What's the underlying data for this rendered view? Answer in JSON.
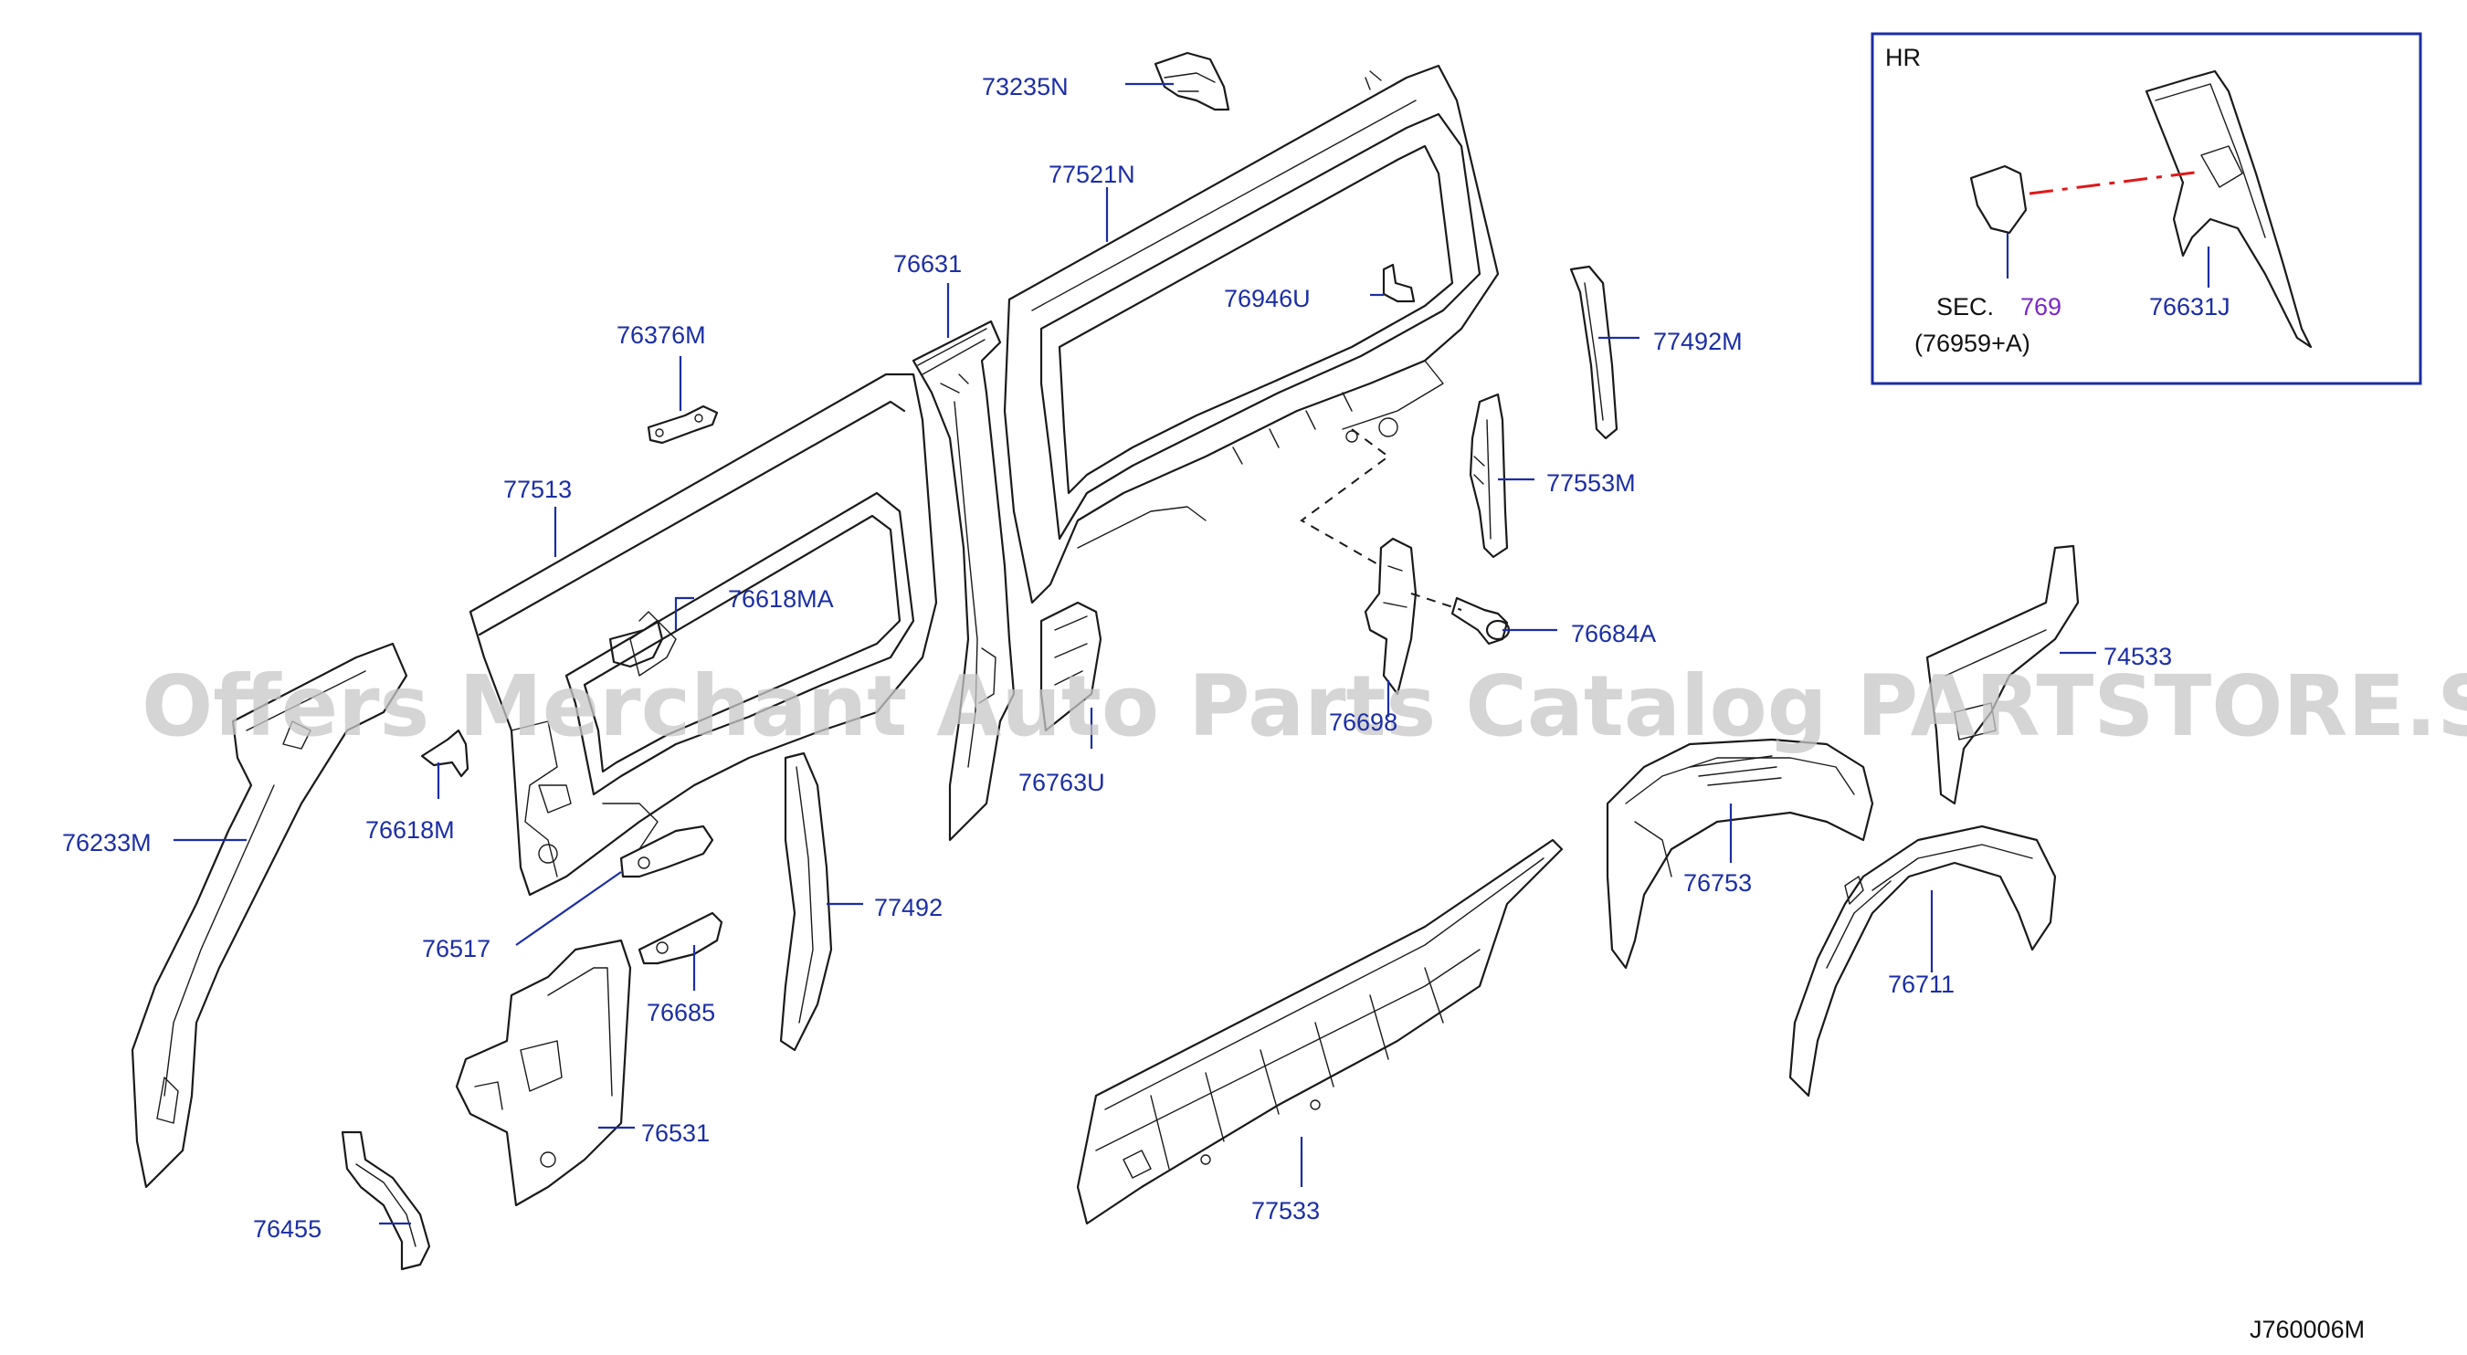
{
  "watermark": "Offers Merchant Auto Parts Catalog PARTSTORE.SA",
  "diagram_code": "J760006M",
  "inset": {
    "title": "HR",
    "sec_prefix": "SEC.",
    "sec_number": "769",
    "sec_ref": "(76959+A)",
    "part_label": "76631J"
  },
  "labels": {
    "l73235N": "73235N",
    "l77521N": "77521N",
    "l76631": "76631",
    "l76946U": "76946U",
    "l77492M": "77492M",
    "l76376M": "76376M",
    "l77553M": "77553M",
    "l77513": "77513",
    "l76618MA": "76618MA",
    "l76684A": "76684A",
    "l74533": "74533",
    "l76233M": "76233M",
    "l76618M": "76618M",
    "l76763U": "76763U",
    "l76753": "76753",
    "l76517": "76517",
    "l77492": "77492",
    "l76711": "76711",
    "l76685": "76685",
    "l76531": "76531",
    "l77533": "77533",
    "l76455": "76455",
    "l76698": "76698"
  },
  "colors": {
    "label_blue": "#1b2ea6",
    "line_black": "#1a1a1a",
    "sec_purple": "#7a28c9",
    "dash_red": "#e01818",
    "watermark_gray": "#c8c8c8"
  }
}
